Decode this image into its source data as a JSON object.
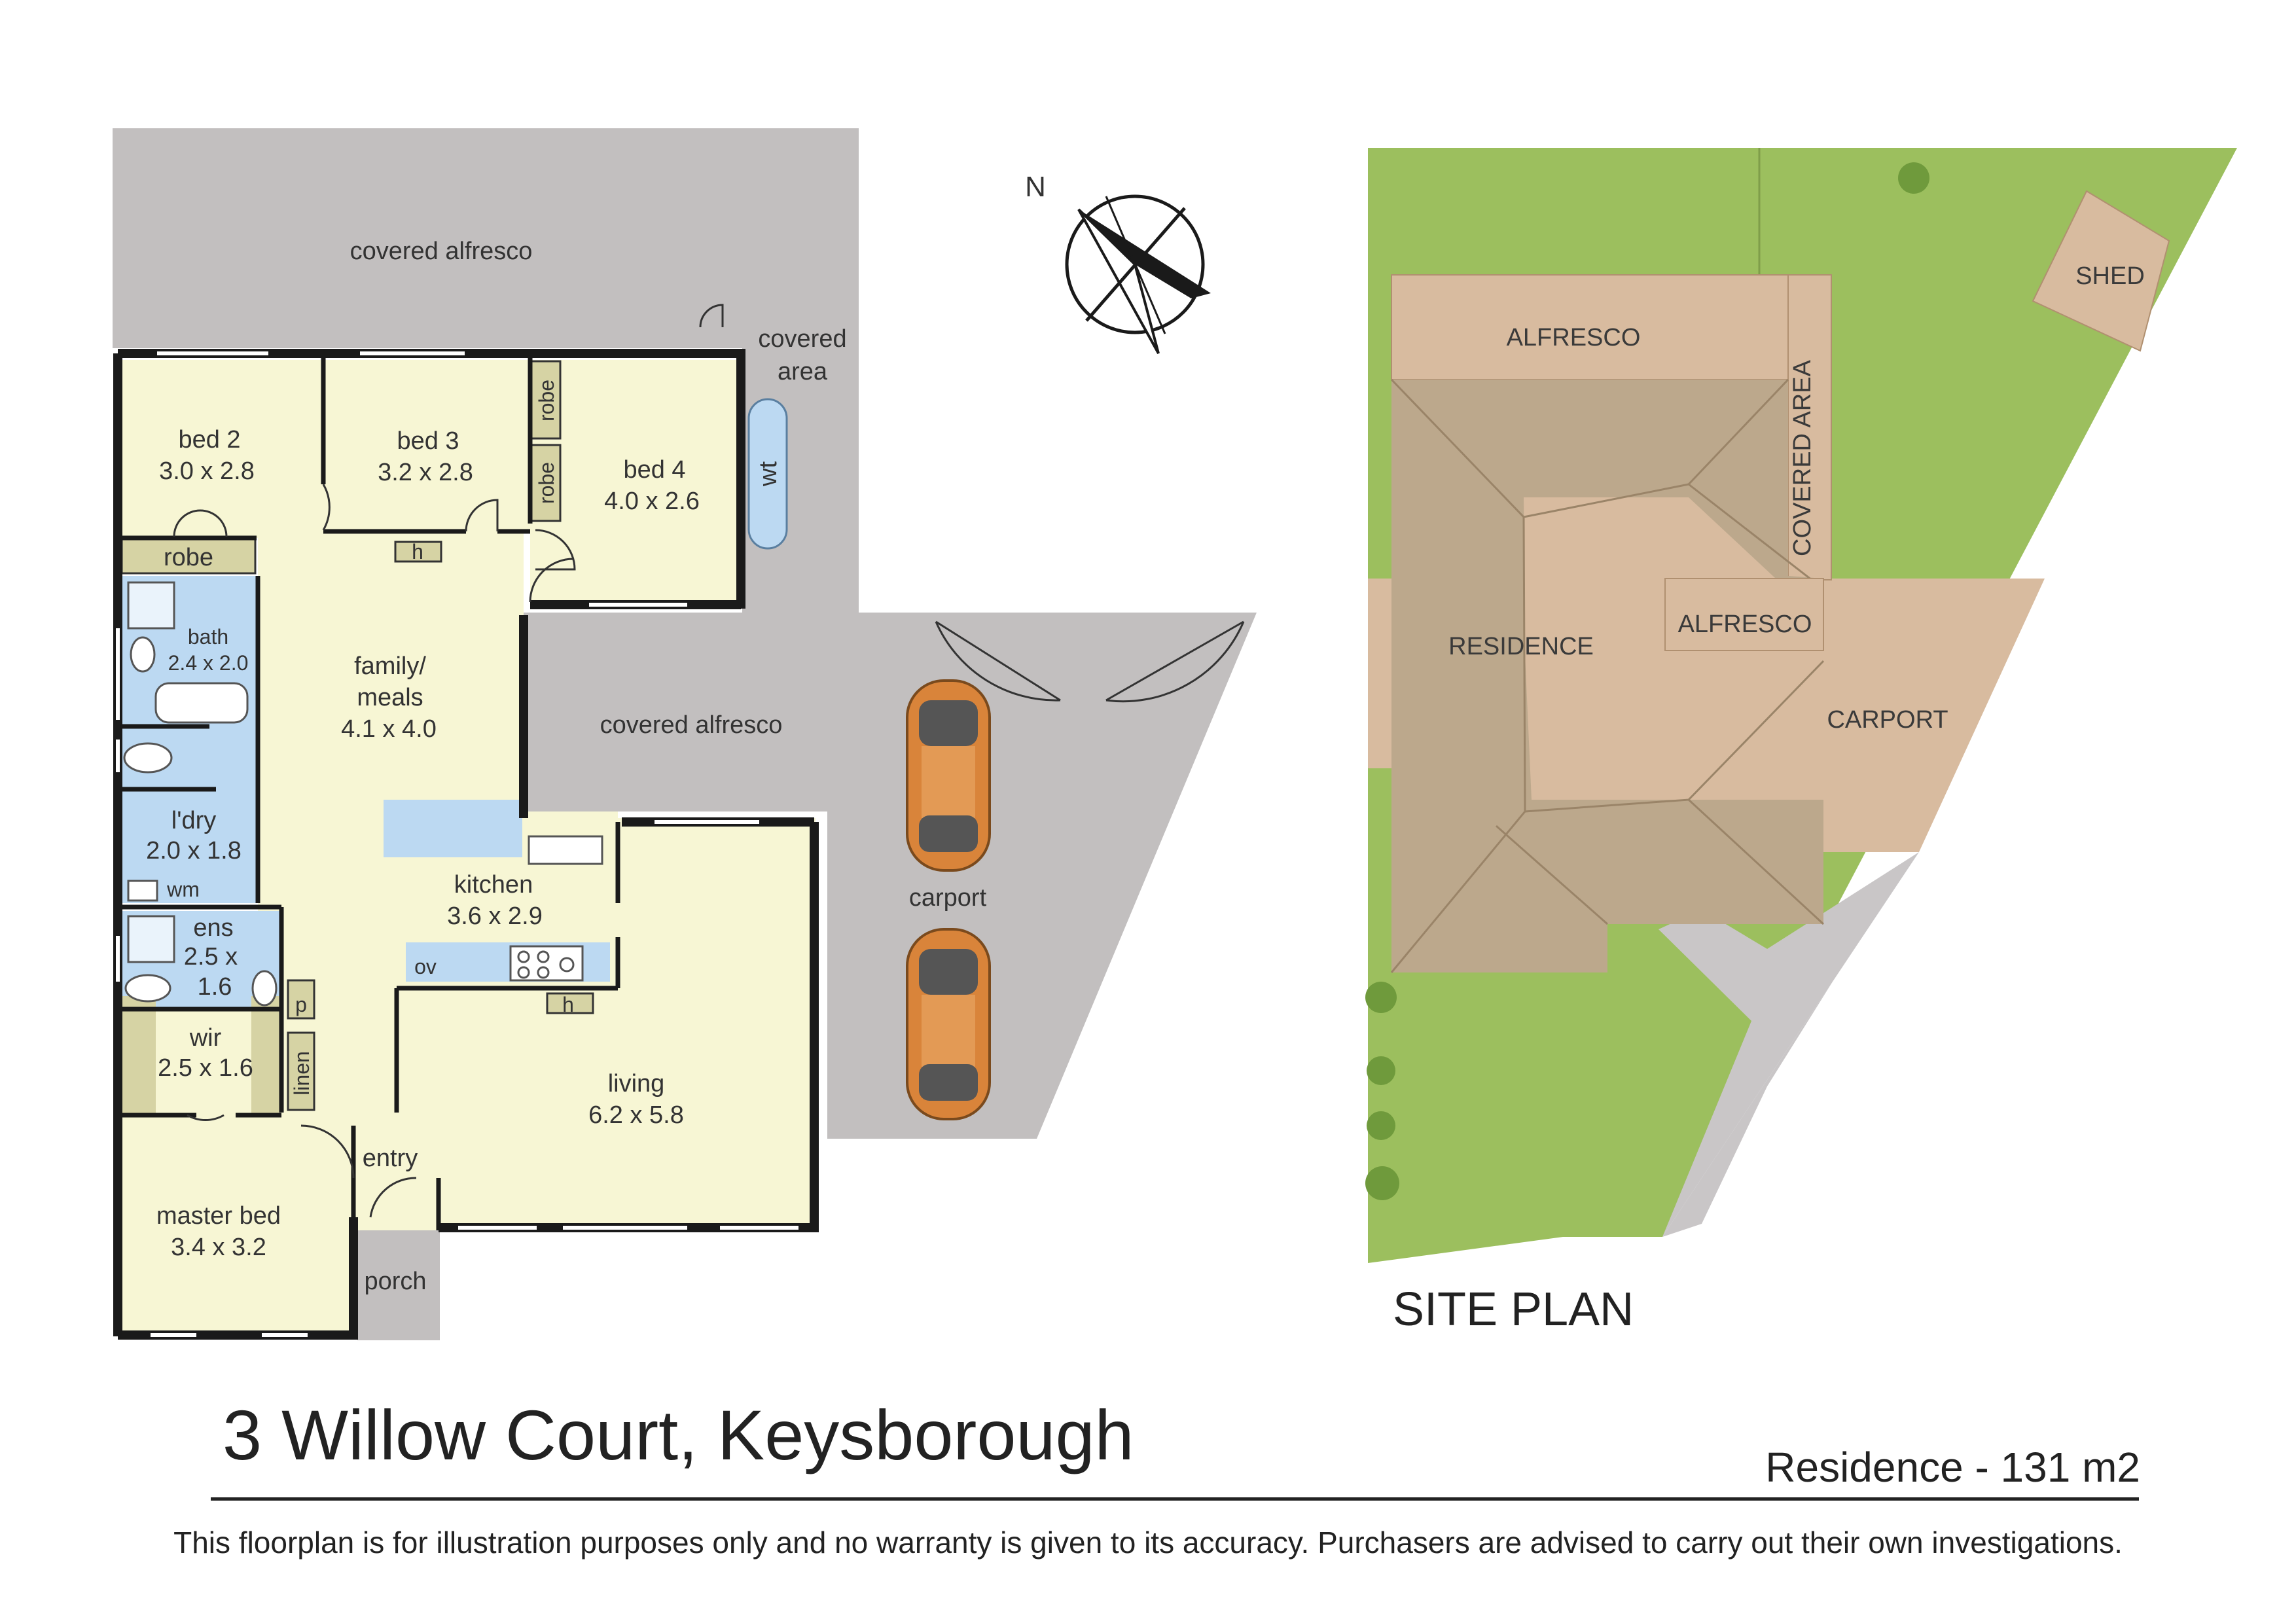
{
  "floorplan": {
    "rooms": {
      "covered_alfresco_top": "covered alfresco",
      "covered_area_1": "covered",
      "covered_area_2": "area",
      "bed2_name": "bed 2",
      "bed2_size": "3.0 x 2.8",
      "bed3_name": "bed 3",
      "bed3_size": "3.2 x 2.8",
      "bed4_name": "bed 4",
      "bed4_size": "4.0 x 2.6",
      "robe": "robe",
      "wt": "wt",
      "h": "h",
      "bath_name": "bath",
      "bath_size": "2.4 x 2.0",
      "family_1": "family/",
      "family_2": "meals",
      "family_size": "4.1 x 4.0",
      "covered_alfresco_mid": "covered alfresco",
      "ldry_name": "l'dry",
      "ldry_size": "2.0 x 1.8",
      "wm": "wm",
      "kitchen_name": "kitchen",
      "kitchen_size": "3.6 x 2.9",
      "ens_name": "ens",
      "ens_size_1": "2.5 x",
      "ens_size_2": "1.6",
      "ov": "ov",
      "p": "p",
      "linen": "linen",
      "wir_name": "wir",
      "wir_size": "2.5 x 1.6",
      "living_name": "living",
      "living_size": "6.2 x 5.8",
      "carport": "carport",
      "entry": "entry",
      "master_name": "master bed",
      "master_size": "3.4 x 3.2",
      "porch": "porch"
    },
    "compass_label": "N"
  },
  "site_plan": {
    "title": "SITE PLAN",
    "labels": {
      "alfresco_top": "ALFRESCO",
      "covered_area": "COVERED AREA",
      "shed": "SHED",
      "residence": "RESIDENCE",
      "alfresco_mid": "ALFRESCO",
      "carport": "CARPORT"
    }
  },
  "footer": {
    "address": "3 Willow Court, Keysborough",
    "area": "Residence - 131 m2",
    "disclaimer": "This floorplan is for illustration purposes only and no warranty is given to its accuracy. Purchasers are advised to carry out their own investigations."
  },
  "colors": {
    "room_fill": "#f7f6d4",
    "wet_fill": "#bcd9f2",
    "covered_fill": "#c2bfbf",
    "wall": "#1a1a1a",
    "car": "#d9843a",
    "grass": "#9cbf5e",
    "roof_dark": "#bca88c",
    "roof_light": "#d8bb9f",
    "paving": "#c9c6c7"
  }
}
